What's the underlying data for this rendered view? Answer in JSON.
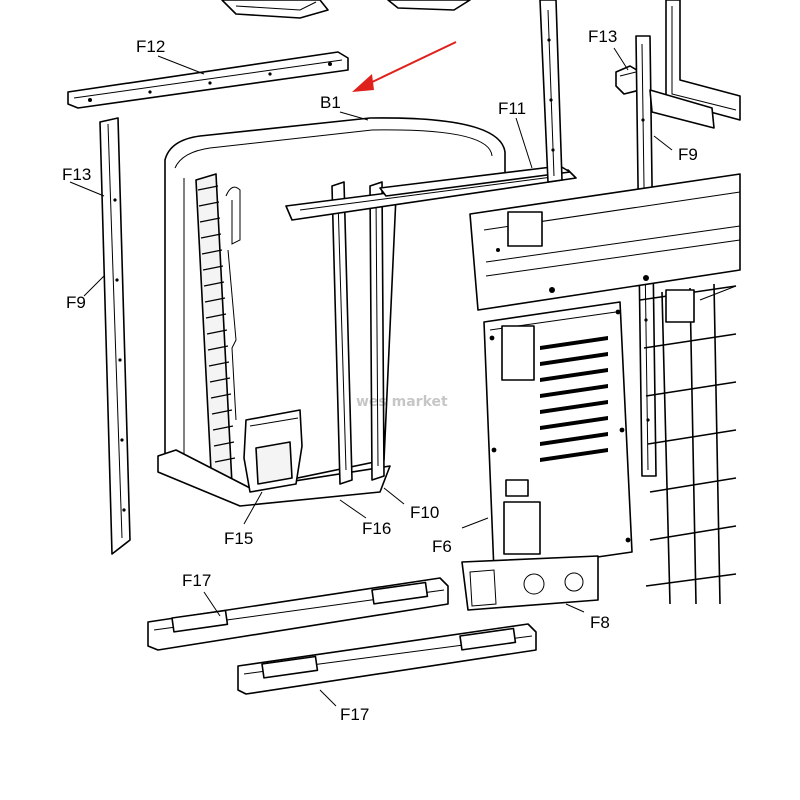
{
  "labels": {
    "b1": "B1",
    "f12": "F12",
    "f11": "F11",
    "f13_top": "F13",
    "f13_left": "F13",
    "f9_top": "F9",
    "f9_left": "F9",
    "f15": "F15",
    "f16": "F16",
    "f10": "F10",
    "f6": "F6",
    "f8": "F8",
    "f17_upper": "F17",
    "f17_lower": "F17"
  },
  "watermark": "wes market",
  "colors": {
    "line": "#000000",
    "background": "#ffffff",
    "indicator_arrow": "#e0201a"
  }
}
